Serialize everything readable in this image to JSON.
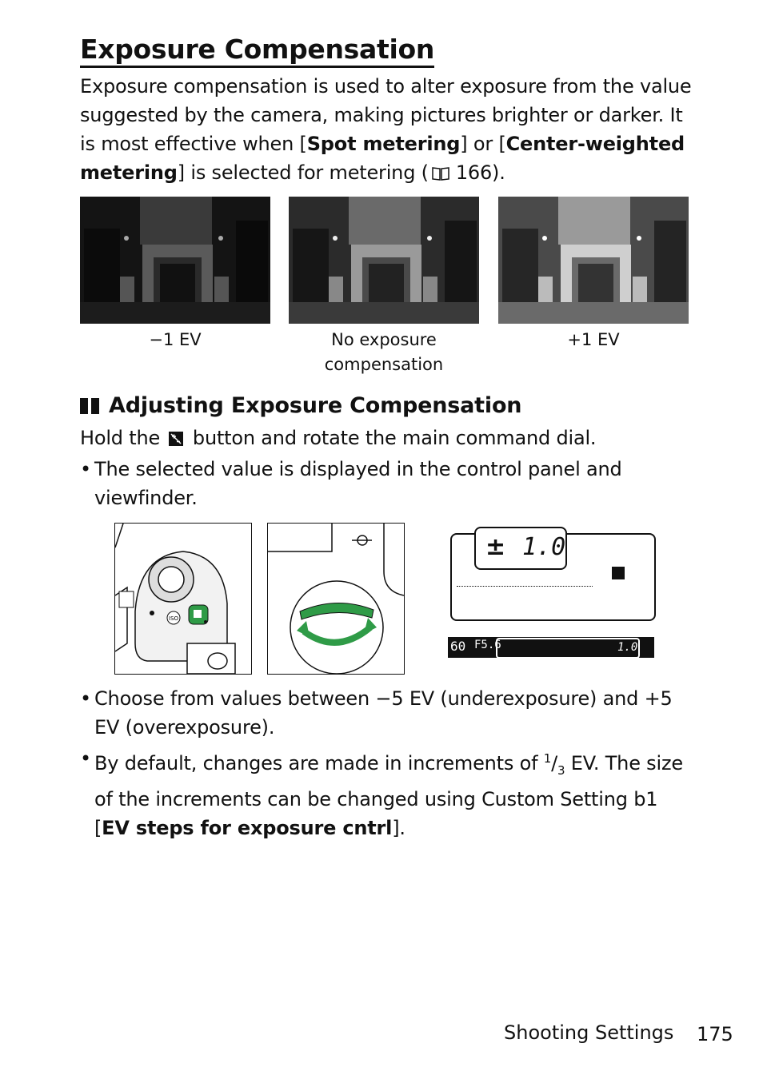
{
  "title": "Exposure Compensation",
  "intro": {
    "line1": "Exposure compensation is used to alter exposure from the value",
    "line2": "suggested by the camera, making pictures brighter or darker. It",
    "line3_pre": "is most effective when [",
    "spot": "Spot metering",
    "line3_mid": "] or [",
    "center": "Center-weighted",
    "metering": "metering",
    "line4_post": "] is selected for metering (",
    "page_ref": "166",
    "line4_end": ")."
  },
  "photos": [
    {
      "caption": "−1 EV",
      "caption2": ""
    },
    {
      "caption": "No exposure",
      "caption2": "compensation"
    },
    {
      "caption": "+1 EV",
      "caption2": ""
    }
  ],
  "subhead": "Adjusting Exposure Compensation",
  "hold": {
    "pre": "Hold the ",
    "post": " button and rotate the main command dial."
  },
  "bullets": {
    "b1_l1": "The selected value is displayed in the control panel and",
    "b1_l2": "viewfinder.",
    "b2_l1": "Choose from values between −5 EV (underexposure) and +5",
    "b2_l2": "EV (overexposure).",
    "b3_pre": "By default, changes are made in increments of ",
    "b3_num": "1",
    "b3_den": "3",
    "b3_post": " EV. The size",
    "b3_l2": "of the increments can be changed using Custom Setting b1",
    "b3_l3_pre": "[",
    "b3_l3_bold": "EV steps for exposure cntrl",
    "b3_l3_post": "]."
  },
  "display": {
    "lcd_value": "1.0",
    "vf_shutter": "60",
    "vf_aperture": "F5.6",
    "vf_value": "1.0"
  },
  "footer": {
    "section": "Shooting Settings",
    "page": "175"
  }
}
